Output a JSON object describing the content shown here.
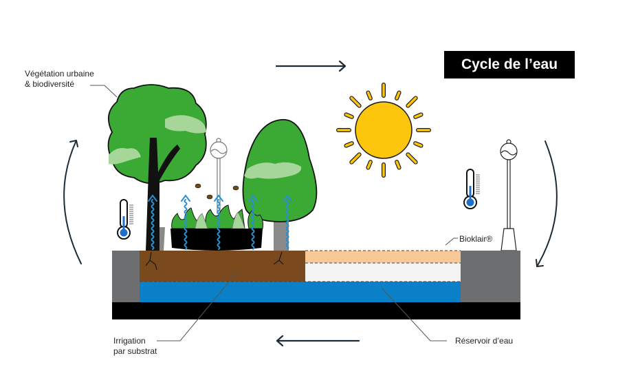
{
  "title": "Cycle de l’eau",
  "labels": {
    "vegetation_line1": "Végétation urbaine",
    "vegetation_line2": "& biodiversité",
    "bioklair": "Bioklair®",
    "irrigation_line1": "Irrigation",
    "irrigation_line2": "par substrat",
    "reservoir": "Réservoir d’eau"
  },
  "icons": {
    "sun": "sun-icon",
    "thermometer": "thermometer-icon",
    "tree": "tree-icon",
    "lamp_post": "lamp-post-icon",
    "bee": "bee-icon",
    "water_evaporation": "wavy-up-arrow-icon",
    "cycle_arrows": "arrow-icon"
  },
  "colors": {
    "tree_green": "#3aaa35",
    "tree_highlight": "#a6d69a",
    "soil_brown": "#7a4a1e",
    "water_blue": "#0a80c8",
    "bioklair_sand": "#f8c996",
    "curb_gray": "#6d6e70",
    "sun_yellow": "#fcc60c",
    "arrow_dark": "#1c2b36",
    "evaporation_blue": "#2a8fd0"
  }
}
